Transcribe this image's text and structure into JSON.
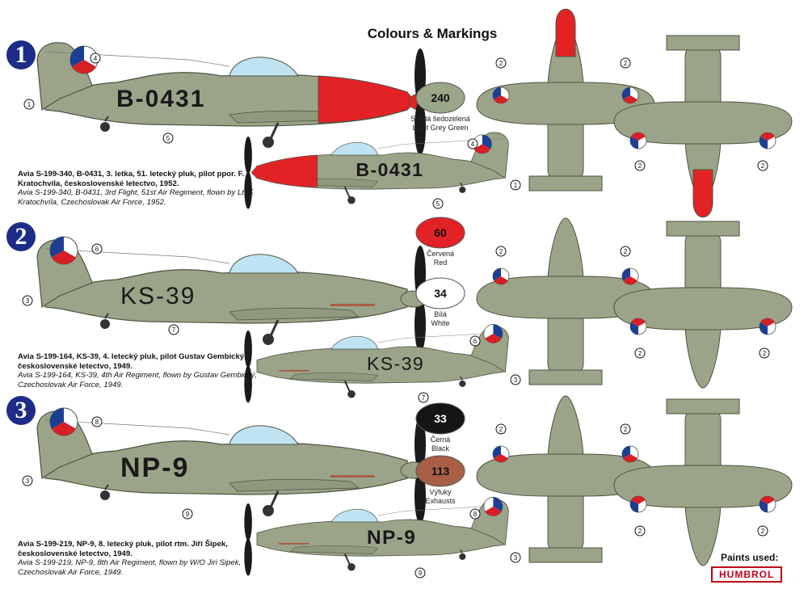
{
  "title": "Colours & Markings",
  "profiles": [
    {
      "number": "1",
      "code": "B-0431",
      "caption_cz": "Avia S-199-340, B-0431, 3. letka, 51. letecký pluk, pilot ppor. F. Kratochvíla, československé letectvo, 1952.",
      "caption_en": "Avia S-199-340, B-0431, 3rd Flight, 51st Air Regiment, flown by Lt. F. Kratochvíla, Czechoslovak Air Force, 1952.",
      "callouts_top": [
        "4",
        "1",
        "5"
      ],
      "callouts_bottom": [
        "4",
        "1",
        "5"
      ]
    },
    {
      "number": "2",
      "code": "KS-39",
      "caption_cz": "Avia S-199-164, KS-39, 4. letecký pluk, pilot Gustav Gembický, československé letectvo, 1949.",
      "caption_en": "Avia S-199-164, KS-39, 4th Air Regiment, flown by Gustav Gembický, Czechoslovak Air Force, 1949.",
      "callouts_top": [
        "6",
        "3",
        "7"
      ],
      "callouts_bottom": [
        "6",
        "3",
        "7"
      ]
    },
    {
      "number": "3",
      "code": "NP-9",
      "caption_cz": "Avia S-199-219, NP-9, 8. letecký pluk, pilot rtm. Jiří Šipek, československé letectvo, 1949.",
      "caption_en": "Avia S-199-219, NP-9, 8th Air Regiment, flown by W/O Jiri Sipek, Czechoslovak Air Force, 1949.",
      "callouts_top": [
        "8",
        "3",
        "9"
      ],
      "callouts_bottom": [
        "8",
        "3",
        "9"
      ]
    }
  ],
  "wing_callout": "2",
  "swatches": [
    {
      "code": "240",
      "cz": "Světlá šedozelená",
      "en": "Light Grey Green",
      "color": "#9aa688",
      "text_color": "#111"
    },
    {
      "code": "60",
      "cz": "Červená",
      "en": "Red",
      "color": "#e32226",
      "text_color": "#111"
    },
    {
      "code": "34",
      "cz": "Bílá",
      "en": "White",
      "color": "#ffffff",
      "text_color": "#111"
    },
    {
      "code": "33",
      "cz": "Černá",
      "en": "Black",
      "color": "#151515",
      "text_color": "#ffffff"
    },
    {
      "code": "113",
      "cz": "Výfuky",
      "en": "Exhausts",
      "color": "#a85f45",
      "text_color": "#111"
    }
  ],
  "paints_used": "Paints used:",
  "brand": "HUMBROL",
  "colors": {
    "badge": "#1d2c86",
    "airframe": "#9ba489",
    "nose_red": "#e32226",
    "roundel_blue": "#1c3f94",
    "roundel_red": "#d71f26",
    "canopy": "#bfe3f3"
  }
}
